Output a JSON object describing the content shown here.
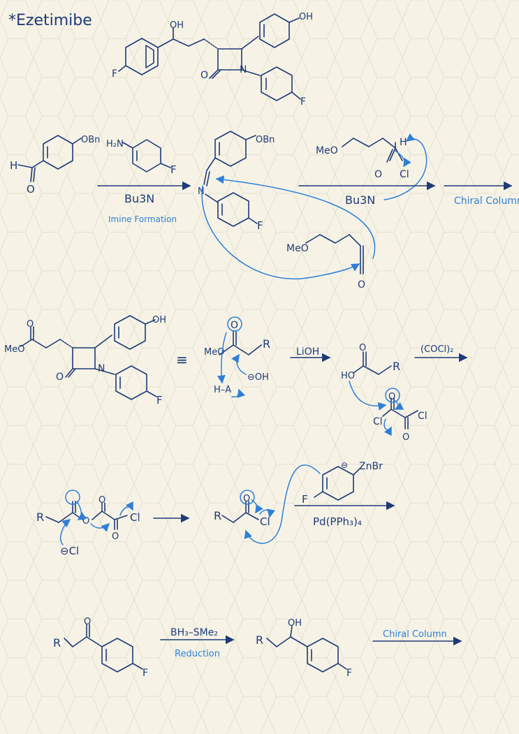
{
  "title": "*Ezetimibe",
  "colors": {
    "paper": "#f6f3e6",
    "grid": "#e4e0d0",
    "ink": "#1f3a78",
    "annotation": "#2f7fd6"
  },
  "ezetimibe": {
    "oh_top": "OH",
    "oh_phenol": "OH",
    "f_left": "F",
    "f_right": "F",
    "n": "N",
    "o": "O"
  },
  "step1": {
    "aldehyde_h": "H",
    "aldehyde_o": "O",
    "obn": "OBn",
    "aniline_h2n": "H₂N",
    "aniline_f": "F",
    "reagent": "Bu3N",
    "caption": "Imine Formation"
  },
  "imine": {
    "obn": "OBn",
    "n": "N",
    "f": "F"
  },
  "step2": {
    "meo": "MeO",
    "h": "H",
    "o": "O",
    "cl": "Cl",
    "reagent": "Bu3N",
    "next": "Chiral Column"
  },
  "ketene": {
    "meo": "MeO",
    "o": "O"
  },
  "lactam": {
    "oh": "OH",
    "meo": "MeO",
    "o_ester": "O",
    "o_lactam": "O",
    "n": "N",
    "f": "F"
  },
  "equiv": "≡",
  "hydrolysis": {
    "meo": "MeO",
    "o": "O",
    "r": "R",
    "oh_minus": "⊖OH",
    "ha": "H–A",
    "reagent": "LiOH"
  },
  "acid": {
    "ho": "HO",
    "o": "O",
    "r": "R",
    "reagent": "(COCl)₂"
  },
  "oxalyl": {
    "o1": "O",
    "o2": "O",
    "cl1": "Cl",
    "cl2": "Cl"
  },
  "mixed": {
    "r": "R",
    "o": "O",
    "cl": "Cl",
    "cl_minus": "⊖Cl",
    "o_up": "O",
    "o_down": "O"
  },
  "acyl_chloride": {
    "r": "R",
    "o": "O",
    "cl": "Cl"
  },
  "zinc": {
    "minus": "⊖",
    "znbr": "ZnBr",
    "f": "F",
    "catalyst": "Pd(PPh₃)₄"
  },
  "ketone": {
    "r": "R",
    "o": "O",
    "f": "F"
  },
  "reduction": {
    "reagent": "BH₃–SMe₂",
    "caption": "Reduction"
  },
  "alcohol": {
    "r": "R",
    "oh": "OH",
    "f": "F",
    "next": "Chiral Column"
  }
}
